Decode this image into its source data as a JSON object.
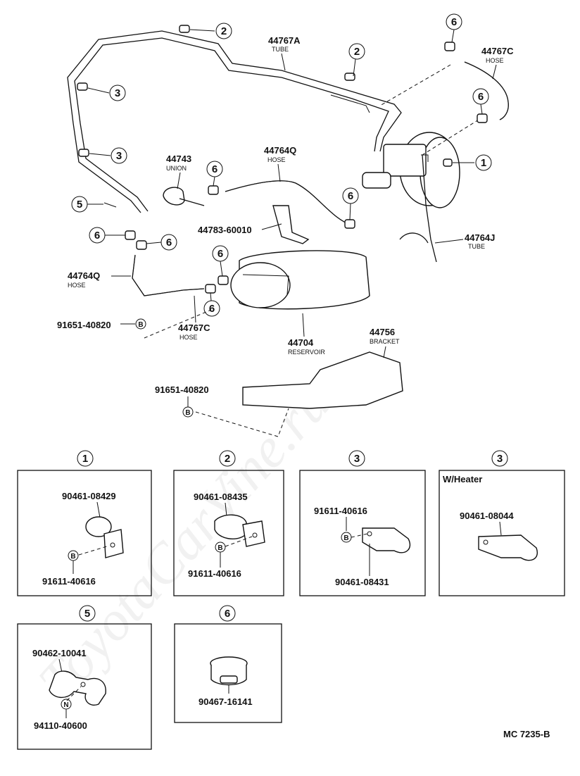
{
  "watermark": "ToyotaCarVine.ru",
  "main_labels": {
    "p44767A": "44767A",
    "p44767A_name": "TUBE",
    "p44767C_top": "44767C",
    "p44767C_top_name": "HOSE",
    "p44743": "44743",
    "p44743_name": "UNION",
    "p44764Q_mid": "44764Q",
    "p44764Q_mid_name": "HOSE",
    "p44783": "44783-60010",
    "p44764J": "44764J",
    "p44764J_name": "TUBE",
    "p44764Q_left": "44764Q",
    "p44764Q_left_name": "HOSE",
    "p91651_a": "91651-40820",
    "p44767C_bottom": "44767C",
    "p44767C_bottom_name": "HOSE",
    "p44704": "44704",
    "p44704_name": "RESERVOIR",
    "p44756": "44756",
    "p44756_name": "BRACKET",
    "p91651_b": "91651-40820"
  },
  "callout_numbers": {
    "one": "1",
    "two": "2",
    "three": "3",
    "five": "5",
    "six": "6",
    "bolt_symbol": "B",
    "nut_symbol": "N"
  },
  "detail_boxes": {
    "box1": {
      "num": "1",
      "part_a": "90461-08429",
      "part_b": "91611-40616"
    },
    "box2": {
      "num": "2",
      "part_a": "90461-08435",
      "part_b": "91611-40616"
    },
    "box3": {
      "num": "3",
      "part_a": "91611-40616",
      "part_b": "90461-08431"
    },
    "box3h": {
      "num": "3",
      "heading": "W/Heater",
      "part_a": "90461-08044"
    },
    "box5": {
      "num": "5",
      "part_a": "90462-10041",
      "part_b": "94110-40600"
    },
    "box6": {
      "num": "6",
      "part_a": "90467-16141"
    }
  },
  "footer_code": "MC  7235-B"
}
